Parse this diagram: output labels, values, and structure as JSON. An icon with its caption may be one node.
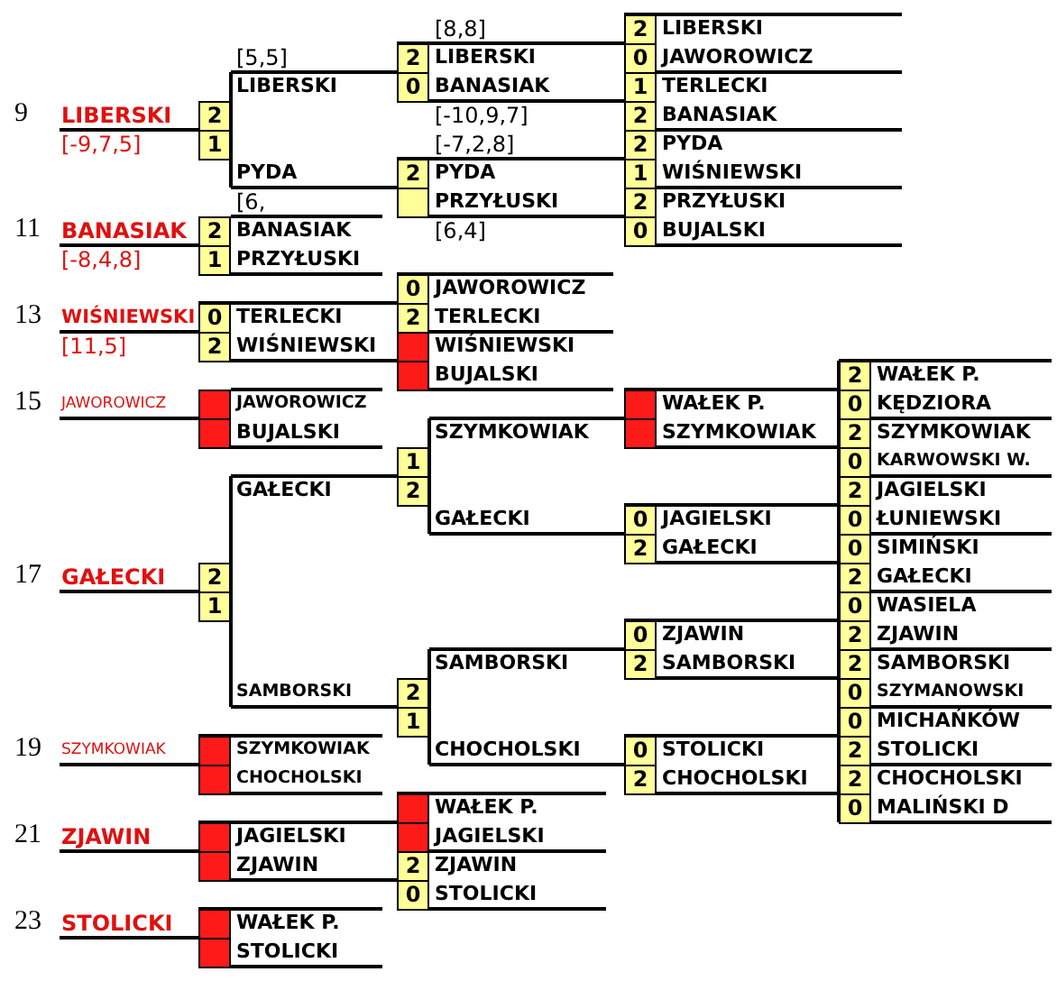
{
  "diagram": {
    "nodes": [
      {
        "text": [
          "2"
        ]
      },
      {
        "text": [
          "2"
        ]
      },
      {
        "text": [
          "0"
        ]
      },
      {
        "text": [
          "0"
        ]
      },
      {
        "text": [
          "1"
        ]
      },
      {
        "text": [
          "2"
        ]
      },
      {
        "text": [
          "2"
        ]
      },
      {
        "text": [
          "1"
        ]
      },
      {
        "text": [
          "2"
        ]
      },
      {
        "text": [
          "2"
        ]
      },
      {
        "text": [
          "1"
        ]
      },
      {
        "text": [],
        "shape": "box"
      },
      {
        "text": [
          "2"
        ]
      },
      {
        "text": [
          "2"
        ]
      },
      {
        "text": [
          "0"
        ]
      },
      {
        "text": [
          "1"
        ]
      },
      {
        "text": [
          "0"
        ]
      },
      {
        "text": [
          "0"
        ]
      },
      {
        "text": [
          "2"
        ]
      },
      {
        "text": [
          "2"
        ]
      },
      {
        "text": [],
        "shape": "box"
      },
      {
        "text": [],
        "shape": "box"
      },
      {
        "text": [
          "2"
        ]
      },
      {
        "text": [],
        "shape": "box"
      },
      {
        "text": [],
        "shape": "box"
      },
      {
        "text": [
          "0"
        ]
      },
      {
        "text": [],
        "shape": "box"
      },
      {
        "text": [],
        "shape": "box"
      },
      {
        "text": [
          "2"
        ]
      },
      {
        "text": [
          "1"
        ]
      },
      {
        "text": [
          "0"
        ]
      },
      {
        "text": [
          "2"
        ]
      },
      {
        "text": [
          "2"
        ]
      },
      {
        "text": [
          "0"
        ]
      },
      {
        "text": [
          "0"
        ]
      },
      {
        "text": [
          "2"
        ]
      },
      {
        "text": [
          "0"
        ]
      },
      {
        "text": [
          "2"
        ]
      },
      {
        "text": [
          "2"
        ]
      },
      {
        "text": [
          "1"
        ]
      },
      {
        "text": [
          "0"
        ]
      },
      {
        "text": [
          "0"
        ]
      },
      {
        "text": [
          "2"
        ]
      },
      {
        "text": [
          "2"
        ]
      },
      {
        "text": [
          "2"
        ]
      },
      {
        "text": [
          "2"
        ]
      },
      {
        "text": [
          "0"
        ]
      },
      {
        "text": [
          "1"
        ]
      },
      {
        "text": [
          "0"
        ]
      },
      {
        "text": [],
        "shape": "box"
      },
      {
        "text": [
          "0"
        ]
      },
      {
        "text": [
          "2"
        ]
      },
      {
        "text": [],
        "shape": "box"
      },
      {
        "text": [
          "2"
        ]
      },
      {
        "text": [
          "2"
        ]
      },
      {
        "text": [],
        "shape": "box"
      },
      {
        "text": [
          "0"
        ]
      },
      {
        "text": [],
        "shape": "box"
      },
      {
        "text": [],
        "shape": "box"
      },
      {
        "text": [],
        "shape": "box"
      },
      {
        "text": [
          "2"
        ]
      },
      {
        "text": [
          "0"
        ]
      },
      {
        "text": [],
        "shape": "box"
      },
      {
        "text": [],
        "shape": "box"
      }
    ],
    "labels": [
      "[8,8]",
      "LIBERSKI",
      "[5,5]",
      "LIBERSKI",
      "JAWOROWICZ",
      "LIBERSKI",
      "BANASIAK",
      "TERLECKI",
      "9",
      "LIBERSKI",
      "[-10,9,7]",
      "BANASIAK",
      "[-9,7,5]",
      "[-7,2,8]",
      "PYDA",
      "PYDA",
      "PYDA",
      "WIŚNIEWSKI",
      "[6,",
      "PRZYŁUSKI",
      "PRZYŁUSKI",
      "11",
      "BANASIAK",
      "BANASIAK",
      "[6,4]",
      "BUJALSKI",
      "[-8,4,8]",
      "PRZYŁUSKI",
      "JAWOROWICZ",
      "13",
      "WIŚNIEWSKI",
      "TERLECKI",
      "TERLECKI",
      "[11,5]",
      "WIŚNIEWSKI",
      "WIŚNIEWSKI",
      "BUJALSKI",
      "WAŁEK P.",
      "15",
      "JAWOROWICZ",
      "JAWOROWICZ",
      "WAŁEK P.",
      "KĘDZIORA",
      "BUJALSKI",
      "SZYMKOWIAK",
      "SZYMKOWIAK",
      "SZYMKOWIAK",
      "KARWOWSKI W.",
      "GAŁECKI",
      "JAGIELSKI",
      "GAŁECKI",
      "JAGIELSKI",
      "ŁUNIEWSKI",
      "GAŁECKI",
      "SIMIŃSKI",
      "17",
      "GAŁECKI",
      "GAŁECKI",
      "WASIELA",
      "ZJAWIN",
      "ZJAWIN",
      "SAMBORSKI",
      "SAMBORSKI",
      "SAMBORSKI",
      "SAMBORSKI",
      "SZYMANOWSKI",
      "MICHAŃKÓW",
      "19",
      "SZYMKOWIAK",
      "SZYMKOWIAK",
      "CHOCHOLSKI",
      "STOLICKI",
      "STOLICKI",
      "CHOCHOLSKI",
      "CHOCHOLSKI",
      "CHOCHOLSKI",
      "WAŁEK P.",
      "MALIŃSKI D",
      "21",
      "ZJAWIN",
      "JAGIELSKI",
      "JAGIELSKI",
      "ZJAWIN",
      "ZJAWIN",
      "STOLICKI",
      "23",
      "STOLICKI",
      "WAŁEK P.",
      "STOLICKI"
    ]
  }
}
